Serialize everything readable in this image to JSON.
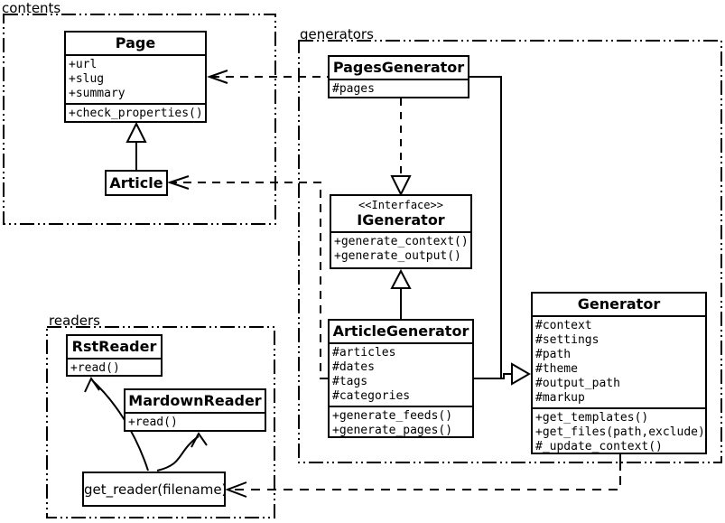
{
  "colors": {
    "line": "#000000",
    "background": "#ffffff"
  },
  "packages": {
    "contents": {
      "label": "contents"
    },
    "generators": {
      "label": "generators"
    },
    "readers": {
      "label": "readers"
    }
  },
  "classes": {
    "page": {
      "name": "Page",
      "attributes": [
        "+url",
        "+slug",
        "+summary"
      ],
      "methods": [
        "+check_properties()"
      ]
    },
    "article": {
      "name": "Article"
    },
    "pages_generator": {
      "name": "PagesGenerator",
      "attributes": [
        "#pages"
      ]
    },
    "igenerator": {
      "stereotype": "<<Interface>>",
      "name": "IGenerator",
      "methods": [
        "+generate_context()",
        "+generate_output()"
      ]
    },
    "article_generator": {
      "name": "ArticleGenerator",
      "attributes": [
        "#articles",
        "#dates",
        "#tags",
        "#categories"
      ],
      "methods": [
        "+generate_feeds()",
        "+generate_pages()"
      ]
    },
    "generator": {
      "name": "Generator",
      "attributes": [
        "#context",
        "#settings",
        "#path",
        "#theme",
        "#output_path",
        "#markup"
      ],
      "methods": [
        "+get_templates()",
        "+get_files(path,exclude)",
        "#_update_context()"
      ]
    },
    "rst_reader": {
      "name": "RstReader",
      "methods": [
        "+read()"
      ]
    },
    "mardown_reader": {
      "name": "MardownReader",
      "methods": [
        "+read()"
      ]
    },
    "get_reader": {
      "name": "get_reader(filename)"
    }
  },
  "relationships": [
    {
      "from": "Article",
      "to": "Page",
      "type": "generalization",
      "line": "solid"
    },
    {
      "from": "PagesGenerator",
      "to": "Page",
      "type": "dependency",
      "line": "dashed"
    },
    {
      "from": "ArticleGenerator",
      "to": "Article",
      "type": "dependency",
      "line": "dashed"
    },
    {
      "from": "PagesGenerator",
      "to": "IGenerator",
      "type": "realization",
      "line": "dashed"
    },
    {
      "from": "ArticleGenerator",
      "to": "IGenerator",
      "type": "generalization",
      "line": "solid"
    },
    {
      "from": "PagesGenerator",
      "to": "Generator",
      "type": "generalization",
      "line": "solid"
    },
    {
      "from": "ArticleGenerator",
      "to": "Generator",
      "type": "generalization",
      "line": "solid"
    },
    {
      "from": "Generator",
      "to": "get_reader(filename)",
      "type": "dependency",
      "line": "dashed"
    },
    {
      "from": "get_reader(filename)",
      "to": "RstReader",
      "type": "arrow",
      "line": "solid-curved"
    },
    {
      "from": "get_reader(filename)",
      "to": "MardownReader",
      "type": "arrow",
      "line": "solid-curved"
    }
  ]
}
